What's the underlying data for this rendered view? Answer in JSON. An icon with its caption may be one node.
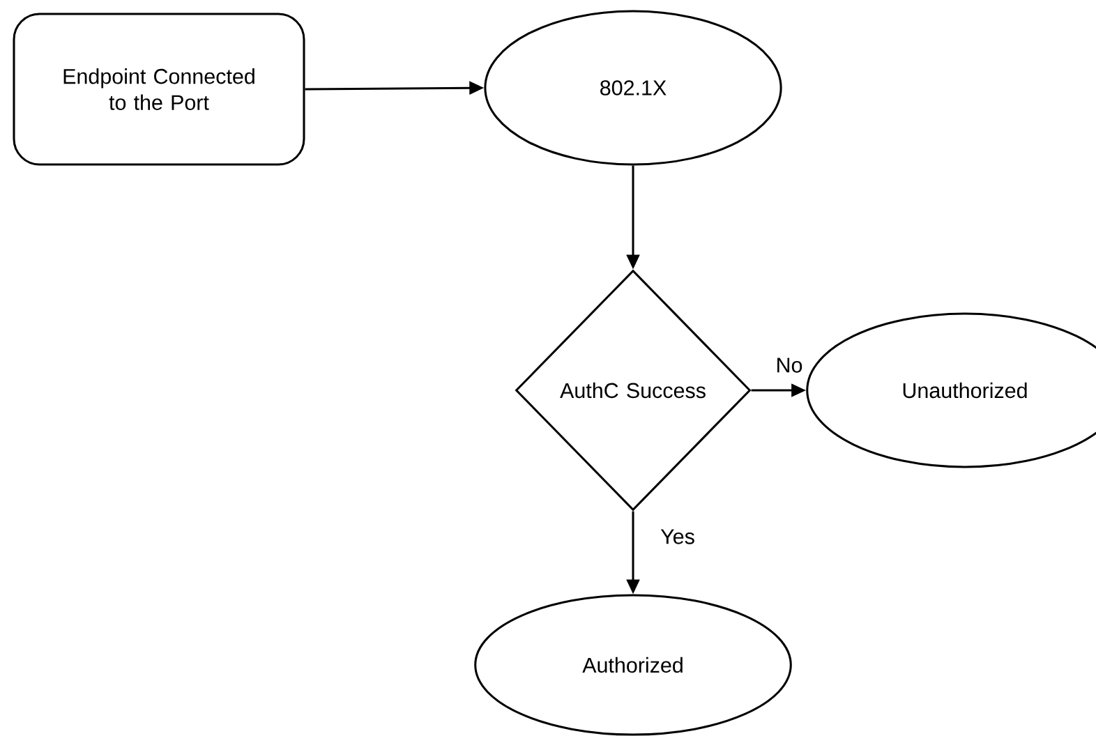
{
  "diagram": {
    "nodes": [
      {
        "text": [
          "Endpoint Connected to the Port"
        ]
      },
      {
        "text": [
          "802.1X"
        ]
      },
      {
        "text": [
          "AuthC Success"
        ]
      },
      {
        "text": [
          "Unauthorized"
        ]
      },
      {
        "text": [
          "Authorized"
        ]
      }
    ],
    "edges": [
      {
        "from": 0,
        "to": 1,
        "arrow": "to"
      },
      {
        "from": 1,
        "to": 2,
        "arrow": "to"
      },
      {
        "from": 2,
        "to": 3,
        "arrow": "to",
        "label": "No"
      },
      {
        "from": 2,
        "to": 4,
        "arrow": "to",
        "label": "Yes"
      }
    ]
  }
}
